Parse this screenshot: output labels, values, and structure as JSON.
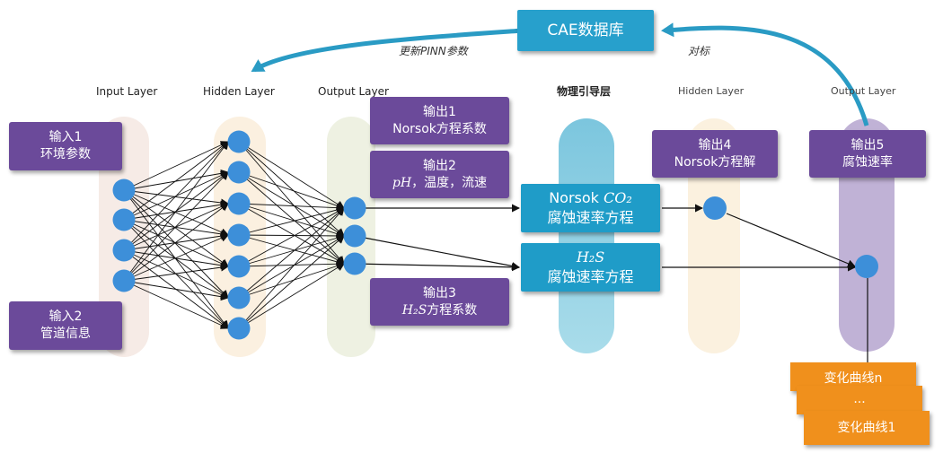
{
  "top": {
    "database": "CAE数据库",
    "update_label": "更新PINN参数",
    "benchmark_label": "对标"
  },
  "headers": {
    "input_layer": "Input Layer",
    "hidden_layer_left": "Hidden Layer",
    "output_layer_left": "Output Layer",
    "physics_layer": "物理引导层",
    "hidden_layer_right": "Hidden Layer",
    "output_layer_right": "Output Layer"
  },
  "inputs": {
    "input1": {
      "title": "输入1",
      "desc": "环境参数"
    },
    "input2": {
      "title": "输入2",
      "desc": "管道信息"
    }
  },
  "outputs": {
    "output1": {
      "title": "输出1",
      "desc": "Norsok方程系数"
    },
    "output2": {
      "title": "输出2",
      "desc_var": "pH",
      "desc_rest": "，温度，流速"
    },
    "output3": {
      "title": "输出3",
      "desc_var": "H₂S",
      "desc_rest": "方程系数"
    },
    "output4": {
      "title": "输出4",
      "desc": "Norsok方程解"
    },
    "output5": {
      "title": "输出5",
      "desc": "腐蚀速率"
    }
  },
  "equations": {
    "norsok": {
      "line1_text": "Norsok ",
      "line1_var": "CO₂",
      "line2": "腐蚀速率方程"
    },
    "h2s": {
      "line1_var": "H₂S",
      "line2": "腐蚀速率方程"
    }
  },
  "curves": {
    "curve_n": "变化曲线n",
    "ellipsis": "...",
    "curve_1": "变化曲线1"
  },
  "colors": {
    "purple_box": "#6b4a9a",
    "blue_box": "#1f9cc8",
    "orange_box": "#f0901c",
    "node": "#3d8fd9",
    "arrow": "#2a9bc4"
  }
}
